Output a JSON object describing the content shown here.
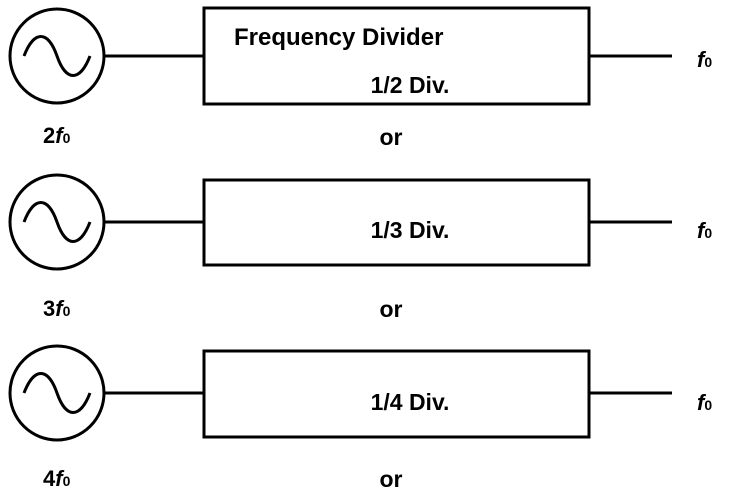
{
  "title": "Frequency Divider",
  "output_label": {
    "italic": "f",
    "subscript": "0"
  },
  "rows": [
    {
      "source_label": {
        "prefix": "2",
        "italic": "f",
        "subscript": "0"
      },
      "divider": "1/2 Div.",
      "separator": "or"
    },
    {
      "source_label": {
        "prefix": "3",
        "italic": "f",
        "subscript": "0"
      },
      "divider": "1/3 Div.",
      "separator": "or"
    },
    {
      "source_label": {
        "prefix": "4",
        "italic": "f",
        "subscript": "0"
      },
      "divider": "1/4 Div.",
      "separator": "or"
    }
  ]
}
